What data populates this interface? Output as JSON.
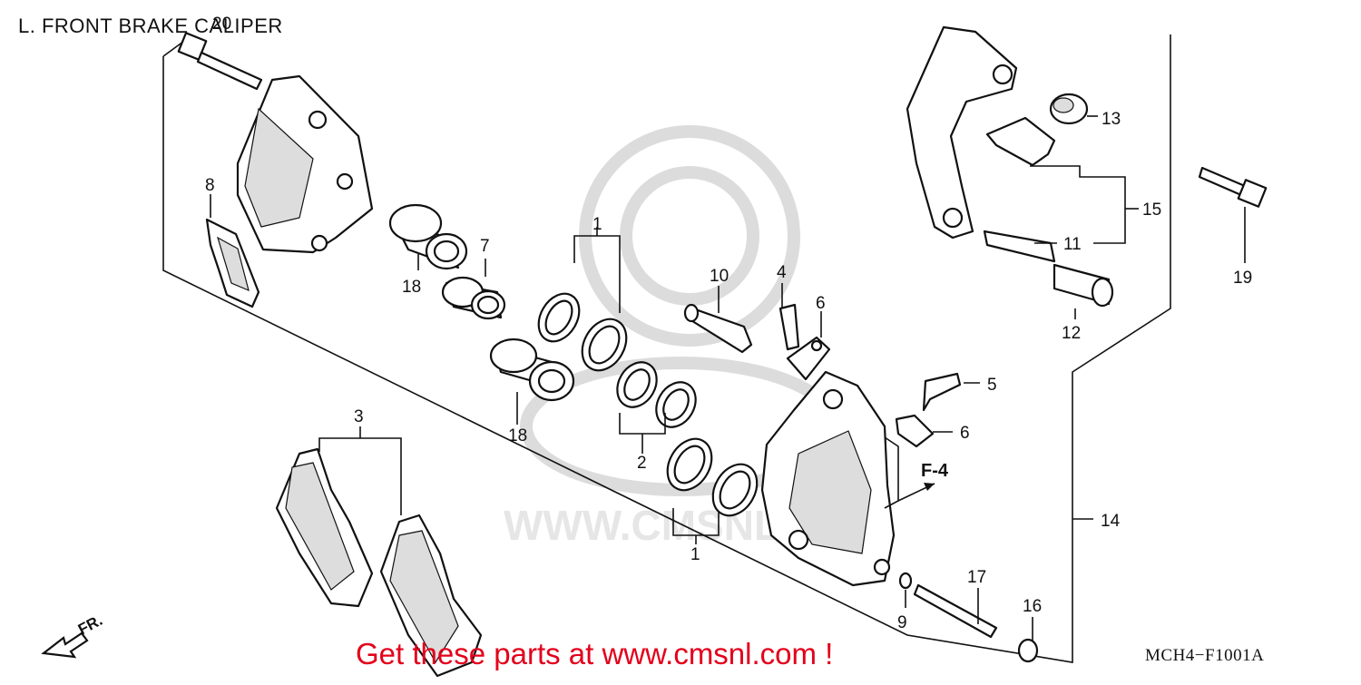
{
  "title": "L. FRONT BRAKE CALIPER",
  "diagram_code": "MCH4−F1001A",
  "call_to_action": "Get these parts at www.cmsnl.com !",
  "direction_marker": "FR.",
  "reference_marker": "F-4",
  "watermark_text": "WWW.CMSNL.COM",
  "callouts": {
    "c1a": "1",
    "c1b": "1",
    "c2": "2",
    "c3": "3",
    "c4": "4",
    "c5": "5",
    "c6a": "6",
    "c6b": "6",
    "c7": "7",
    "c8": "8",
    "c9": "9",
    "c10": "10",
    "c11": "11",
    "c12": "12",
    "c13": "13",
    "c14": "14",
    "c15": "15",
    "c16": "16",
    "c17": "17",
    "c18a": "18",
    "c18b": "18",
    "c19": "19",
    "c20": "20"
  }
}
